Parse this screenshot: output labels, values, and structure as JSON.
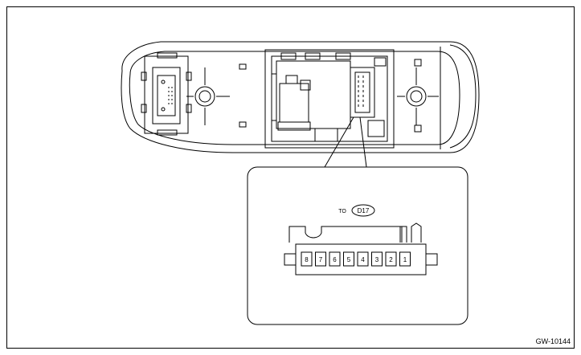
{
  "connector": {
    "to_label": "TO",
    "connector_id": "D17",
    "pins": [
      "8",
      "7",
      "6",
      "5",
      "4",
      "3",
      "2",
      "1"
    ]
  },
  "figure_code": "GW-10144"
}
